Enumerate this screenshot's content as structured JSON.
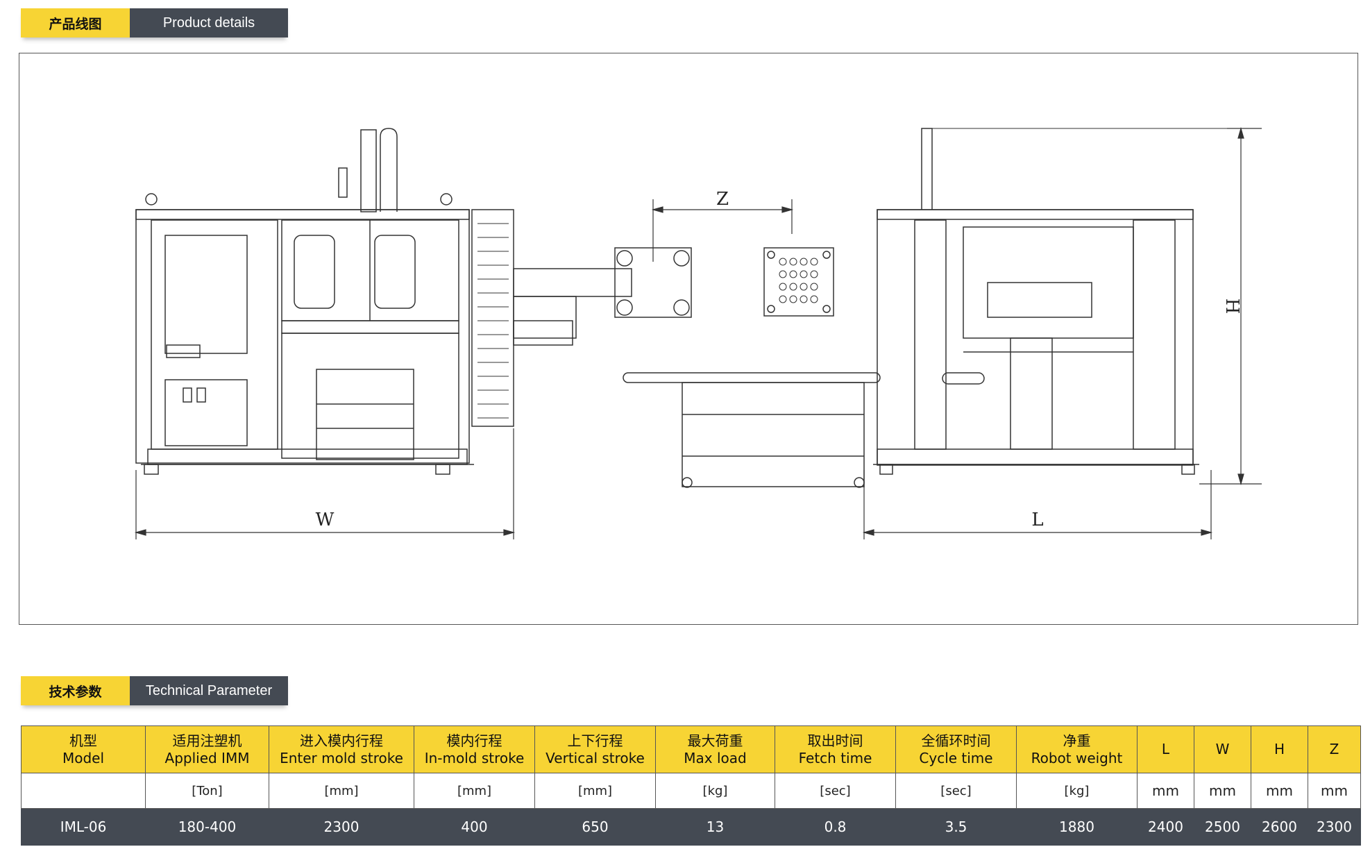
{
  "section_product": {
    "zh": "产品线图",
    "en": "Product details"
  },
  "section_param": {
    "zh": "技术参数",
    "en": "Technical Parameter"
  },
  "drawing": {
    "dim_z": "Z",
    "dim_w": "W",
    "dim_l": "L",
    "dim_h": "H"
  },
  "table": {
    "headers": [
      {
        "zh": "机型",
        "en": "Model"
      },
      {
        "zh": "适用注塑机",
        "en": "Applied IMM"
      },
      {
        "zh": "进入模内行程",
        "en": "Enter mold stroke"
      },
      {
        "zh": "模内行程",
        "en": "In-mold stroke"
      },
      {
        "zh": "上下行程",
        "en": "Vertical stroke"
      },
      {
        "zh": "最大荷重",
        "en": "Max load"
      },
      {
        "zh": "取出时间",
        "en": "Fetch time"
      },
      {
        "zh": "全循环时间",
        "en": "Cycle time"
      },
      {
        "zh": "净重",
        "en": "Robot weight"
      },
      {
        "zh": "L",
        "en": ""
      },
      {
        "zh": "W",
        "en": ""
      },
      {
        "zh": "H",
        "en": ""
      },
      {
        "zh": "Z",
        "en": ""
      }
    ],
    "units": [
      "",
      "[Ton]",
      "[mm]",
      "[mm]",
      "[mm]",
      "[kg]",
      "[sec]",
      "[sec]",
      "[kg]",
      "mm",
      "mm",
      "mm",
      "mm"
    ],
    "row": [
      "IML-06",
      "180-400",
      "2300",
      "400",
      "650",
      "13",
      "0.8",
      "3.5",
      "1880",
      "2400",
      "2500",
      "2600",
      "2300"
    ]
  }
}
